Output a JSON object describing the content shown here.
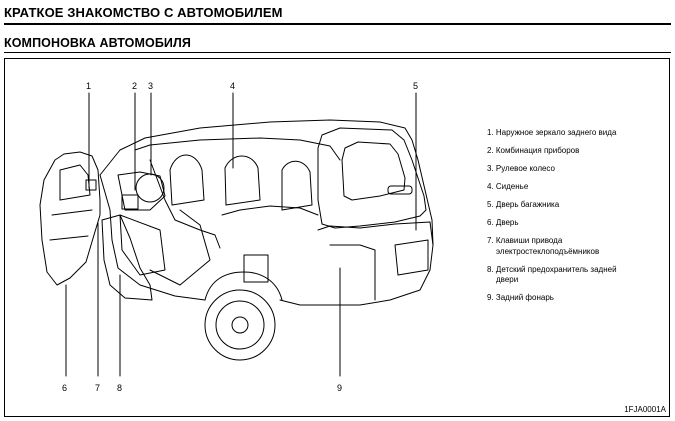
{
  "header": {
    "title": "КРАТКОЕ ЗНАКОМСТВО С АВТОМОБИЛЕМ",
    "subtitle": "КОМПОНОВКА АВТОМОБИЛЯ"
  },
  "callouts": [
    "1",
    "2",
    "3",
    "4",
    "5",
    "6",
    "7",
    "8",
    "9"
  ],
  "legend": [
    {
      "line1": "1. Наружное зеркало заднего вида",
      "line2": ""
    },
    {
      "line1": "2. Комбинация приборов",
      "line2": ""
    },
    {
      "line1": "3. Рулевое колесо",
      "line2": ""
    },
    {
      "line1": "4. Сиденье",
      "line2": ""
    },
    {
      "line1": "5. Дверь багажника",
      "line2": ""
    },
    {
      "line1": "6. Дверь",
      "line2": ""
    },
    {
      "line1": "7. Клавиши привода",
      "line2": "электростеклоподъёмников"
    },
    {
      "line1": "8. Детский предохранитель задней",
      "line2": "двери"
    },
    {
      "line1": "9. Задний фонарь",
      "line2": ""
    }
  ],
  "figure_code": "1FJA0001A"
}
